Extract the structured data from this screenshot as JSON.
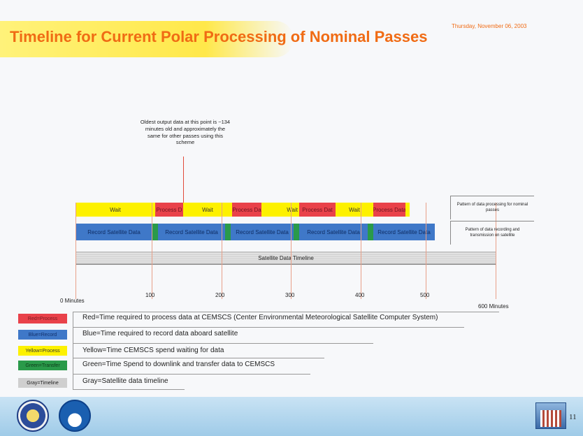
{
  "title": "Timeline for Current Polar Processing of Nominal Passes",
  "date": "Thursday, November 06, 2003",
  "callout": "Oldest output data at this point is ~134 minutes old and approximately the same for other passes using this scheme",
  "processing_row": [
    {
      "label": "Wait",
      "color": "yellow"
    },
    {
      "label": "Process D",
      "color": "red"
    },
    {
      "label": "Wait",
      "color": "yellow"
    },
    {
      "label": "Process Da",
      "color": "red"
    },
    {
      "label": "Wait",
      "color": "yellow"
    },
    {
      "label": "Process Dat",
      "color": "red"
    },
    {
      "label": "Wait",
      "color": "yellow"
    },
    {
      "label": "Process Data",
      "color": "red"
    }
  ],
  "record_row": [
    {
      "label": "Record Satellite Data",
      "color": "blue"
    },
    {
      "label": "",
      "color": "green"
    },
    {
      "label": "Record Satellite Data",
      "color": "blue"
    },
    {
      "label": "",
      "color": "green"
    },
    {
      "label": "Record Satellite Data",
      "color": "blue"
    },
    {
      "label": "",
      "color": "green"
    },
    {
      "label": "Record Satellite Data",
      "color": "blue"
    },
    {
      "label": "",
      "color": "green"
    },
    {
      "label": "Record Satellite Data",
      "color": "blue"
    }
  ],
  "timeline_label": "Satellite Data Timeline",
  "pattern_processing": "Pattern of data processing for nominal passes",
  "pattern_recording": "Pattern of data recording and transmission on satellite",
  "axis": {
    "ticks": [
      "0 Minutes",
      "100",
      "200",
      "300",
      "400",
      "500",
      "600 Minutes"
    ]
  },
  "legend": [
    {
      "swatch": "Red=Process",
      "text": "Red=Time required to process data at CEMSCS (Center Environmental Meteorological Satellite Computer System)",
      "color": "#e9424a",
      "textcolor": "#7a1a22"
    },
    {
      "swatch": "Blue=Record",
      "text": "Blue=Time required to record data aboard satellite",
      "color": "#3f78c8",
      "textcolor": "#12306a"
    },
    {
      "swatch": "Yellow=Process",
      "text": "Yellow=Time CEMSCS spend waiting for data",
      "color": "#fdf100",
      "textcolor": "#333"
    },
    {
      "swatch": "Green=Transfer",
      "text": "Green=Time Spend to downlink and transfer data to CEMSCS",
      "color": "#2a9a4a",
      "textcolor": "#0e3a1a"
    },
    {
      "swatch": "Gray=Timeline",
      "text": "Gray=Satellite data timeline",
      "color": "#cfcfcf",
      "textcolor": "#222"
    }
  ],
  "page_number": "11"
}
